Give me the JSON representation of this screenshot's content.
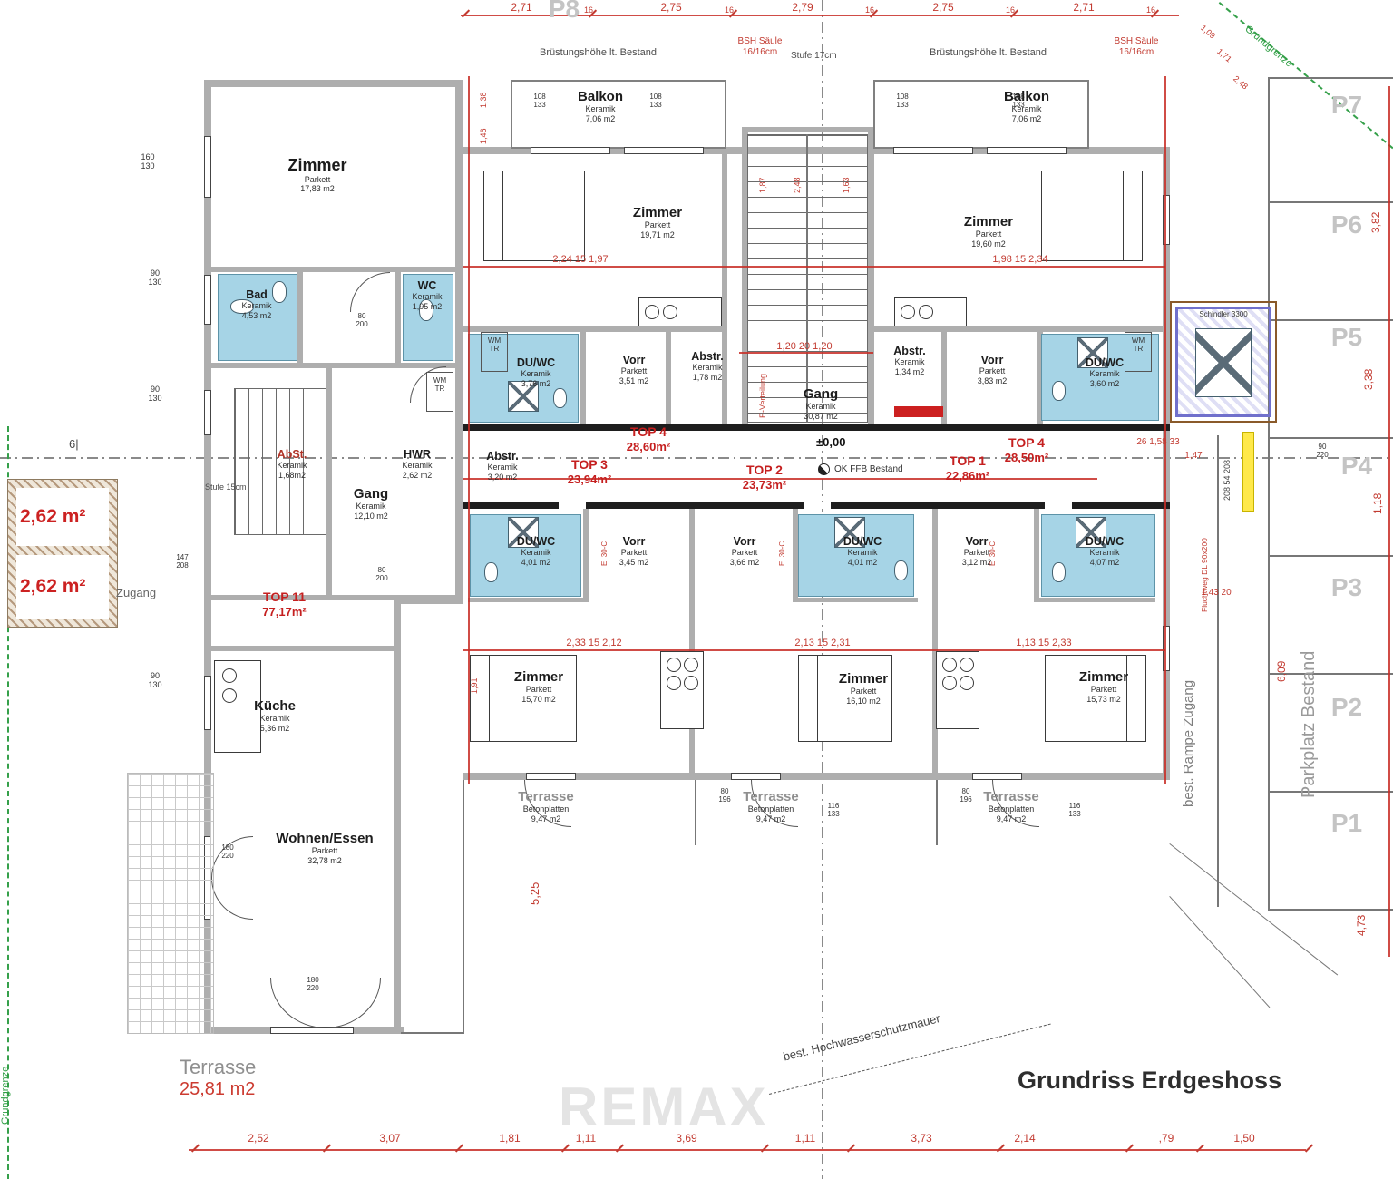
{
  "title": "Grundriss Erdgeshoss",
  "watermark": "REMAX",
  "boundary": "Grundgrenze",
  "parking": {
    "lot": "Parkplatz Bestand",
    "ramp": "best. Rampe Zugang",
    "spaces": [
      "P8",
      "P7",
      "P6",
      "P5",
      "P4",
      "P3",
      "P2",
      "P1"
    ]
  },
  "tops": [
    {
      "label": "TOP 11",
      "area": "77,17m²"
    },
    {
      "label": "TOP 4",
      "area": "28,60m²"
    },
    {
      "label": "TOP 4",
      "area": "28,50m²"
    },
    {
      "label": "TOP 3",
      "area": "23,94m²"
    },
    {
      "label": "TOP 2",
      "area": "23,73m²"
    },
    {
      "label": "TOP 1",
      "area": "22,86m²"
    }
  ],
  "rooms": [
    {
      "name": "Zimmer",
      "mat": "Parkett",
      "area": "17,83 m2"
    },
    {
      "name": "Bad",
      "mat": "Keramik",
      "area": "4,53 m2"
    },
    {
      "name": "WC",
      "mat": "Keramik",
      "area": "1,95 m2"
    },
    {
      "name": "AbSt.",
      "mat": "Keramik",
      "area": "1,68m2"
    },
    {
      "name": "HWR",
      "mat": "Keramik",
      "area": "2,62 m2"
    },
    {
      "name": "Gang",
      "mat": "Keramik",
      "area": "12,10 m2"
    },
    {
      "name": "Küche",
      "mat": "Keramik",
      "area": "5,36 m2"
    },
    {
      "name": "Wohnen/Essen",
      "mat": "Parkett",
      "area": "32,78 m2"
    },
    {
      "name": "Terrasse",
      "mat": "",
      "area": "25,81 m2"
    },
    {
      "name": "Balkon",
      "mat": "Keramik",
      "area": "7,06 m2"
    },
    {
      "name": "Balkon",
      "mat": "Keramik",
      "area": "7,06 m2"
    },
    {
      "name": "Zimmer",
      "mat": "Parkett",
      "area": "19,71 m2"
    },
    {
      "name": "Zimmer",
      "mat": "Parkett",
      "area": "19,60 m2"
    },
    {
      "name": "DU/WC",
      "mat": "Keramik",
      "area": "3,76 m2"
    },
    {
      "name": "Vorr",
      "mat": "Parkett",
      "area": "3,51 m2"
    },
    {
      "name": "Abstr.",
      "mat": "Keramik",
      "area": "1,78 m2"
    },
    {
      "name": "Abstr.",
      "mat": "Keramik",
      "area": "1,34 m2"
    },
    {
      "name": "Vorr",
      "mat": "Parkett",
      "area": "3,83 m2"
    },
    {
      "name": "DU/WC",
      "mat": "Keramik",
      "area": "3,60 m2"
    },
    {
      "name": "Gang",
      "mat": "Keramik",
      "area": "30,87 m2"
    },
    {
      "name": "Abstr.",
      "mat": "Keramik",
      "area": "3,20 m2"
    },
    {
      "name": "DU/WC",
      "mat": "Keramik",
      "area": "4,01 m2"
    },
    {
      "name": "Vorr",
      "mat": "Parkett",
      "area": "3,45 m2"
    },
    {
      "name": "Vorr",
      "mat": "Parkett",
      "area": "3,66 m2"
    },
    {
      "name": "DU/WC",
      "mat": "Keramik",
      "area": "4,01 m2"
    },
    {
      "name": "Vorr",
      "mat": "Parkett",
      "area": "3,12 m2"
    },
    {
      "name": "DU/WC",
      "mat": "Keramik",
      "area": "4,07 m2"
    },
    {
      "name": "Zimmer",
      "mat": "Parkett",
      "area": "15,70 m2"
    },
    {
      "name": "Zimmer",
      "mat": "Parkett",
      "area": "16,10 m2"
    },
    {
      "name": "Zimmer",
      "mat": "Parkett",
      "area": "15,73 m2"
    },
    {
      "name": "Terrasse",
      "mat": "Betonplatten",
      "area": "9,47 m2"
    },
    {
      "name": "Terrasse",
      "mat": "Betonplatten",
      "area": "9,47 m2"
    },
    {
      "name": "Terrasse",
      "mat": "Betonplatten",
      "area": "9,47 m2"
    }
  ],
  "notes": {
    "bruestung": "Brüstungshöhe lt. Bestand",
    "bsh": "BSH Säule\n16/16cm",
    "stufe17": "Stufe 17cm",
    "stufe15": "Stufe 15cm",
    "level": "±0,00",
    "level_note": "OK FFB Bestand",
    "evert": "E-Verteilung",
    "ei30": "EI 30-C",
    "flucht": "Fluchtweg DL 90x200",
    "flood": "best. Hochwasserschutzmauer",
    "zugang": "Zugang",
    "axis6": "6|",
    "wm": "WM\nTR",
    "lift": "Schindler 3300",
    "cell": "2,62 m²"
  },
  "dims": {
    "top": [
      "2,71",
      "2,75",
      "2,79",
      "2,75",
      "2,71"
    ],
    "sixteen": "16",
    "diag": [
      "1,09",
      "1,71",
      "2,48"
    ],
    "right": [
      "3,82",
      "3,38",
      "1,18",
      "4,73"
    ],
    "ramp": "6,09",
    "bottom": [
      "2,52",
      "3,07",
      "1,81",
      "1,11",
      "3,69",
      "1,11",
      "3,73",
      "2,14",
      ",79",
      "1,50"
    ],
    "win_left": [
      "160\n130",
      "90\n130",
      "90\n130",
      "90\n130"
    ],
    "door_s": "80\n200",
    "door_t": "80\n196",
    "door_b": "180\n220",
    "win_balk": "108\n133",
    "win_terr": "116\n133",
    "entry_wt": "147\n208",
    "right_small_a": "208  54  208",
    "right_small_b": "90\n220",
    "u1": "2,24    15    1,97",
    "u2": "1,98    15    2,34",
    "c1": "1,20        20        1,20",
    "l1": "2,33    15    2,12",
    "l2": "2,13    15    2,31",
    "l3": "1,13    15    2,33",
    "rs1": "26   1,58   33",
    "rs2": "1,47",
    "rs3": "1,43     20",
    "v525": "5,25",
    "v248": "2,48",
    "v163": "1,63",
    "v187": "1,87",
    "v138": "1,38",
    "v146": "1,46",
    "v191": "1,91"
  }
}
